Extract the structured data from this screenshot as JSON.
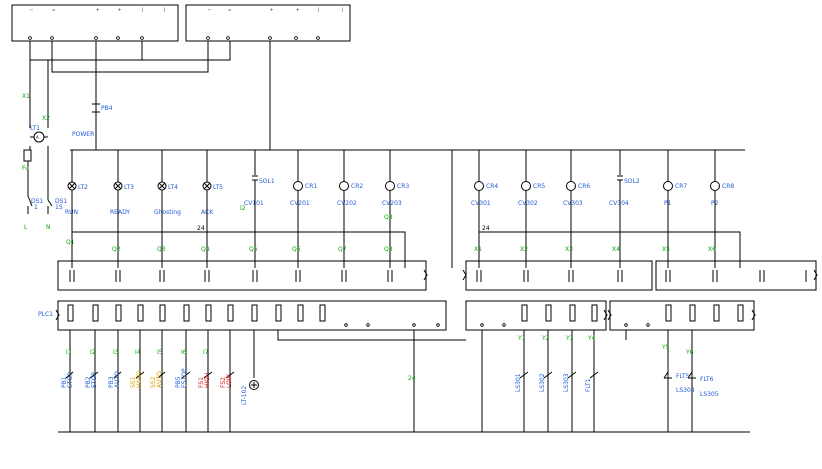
{
  "colors": {
    "wire": "#000000",
    "device_label": "#1f5bd6",
    "wire_number": "#11a011",
    "alarm_label": "#e01010",
    "mode_label": "#d9a400"
  },
  "supply": {
    "left_wire": "X1",
    "right_wire": "X2",
    "line": "L",
    "neutral": "N",
    "fuse": "Fu"
  },
  "power_indicator": {
    "lamp": "LT1",
    "button": "PB4",
    "caption": "POWER"
  },
  "disconnects": [
    {
      "id": "DS1",
      "pole": "1"
    },
    {
      "id": "DS1",
      "pole": "1S"
    }
  ],
  "lamps": [
    {
      "id": "LT2",
      "caption": "RUN"
    },
    {
      "id": "LT3",
      "caption": "READY"
    },
    {
      "id": "LT4",
      "caption": "Ghosting"
    },
    {
      "id": "LT5",
      "caption": "ACK"
    }
  ],
  "solenoids": [
    {
      "id": "SOL1",
      "caption": "CV101"
    },
    {
      "id": "SOL2",
      "caption": "CV304"
    }
  ],
  "relays": [
    {
      "id": "CR1",
      "caption": "CV201"
    },
    {
      "id": "CR2",
      "caption": "CV202"
    },
    {
      "id": "CR3",
      "caption": "CV203"
    },
    {
      "id": "CR4",
      "caption": "CV301"
    },
    {
      "id": "CR5",
      "caption": "CV302"
    },
    {
      "id": "CR6",
      "caption": "CV303"
    },
    {
      "id": "CR7",
      "caption": "P1"
    },
    {
      "id": "CR8",
      "caption": "P2"
    }
  ],
  "bus_labels": [
    "24",
    "24",
    "I2",
    "Q8"
  ],
  "output_wires": [
    "Q1",
    "Q2",
    "Q3",
    "Q4",
    "Q5",
    "Q6",
    "Q7",
    "Q8",
    "X1",
    "X2",
    "X3",
    "X4",
    "X5",
    "X6"
  ],
  "plc_label": "PLC1",
  "input_wires": [
    "I1",
    "I2",
    "I3",
    "I4",
    "I5",
    "I6",
    "I7",
    "Y1",
    "Y2",
    "Y3",
    "Y4",
    "Y5",
    "Y6"
  ],
  "left_inputs": [
    {
      "id": "PB1",
      "caption": "STOP",
      "style": "blue"
    },
    {
      "id": "PB2",
      "caption": "STOP",
      "style": "blue"
    },
    {
      "id": "PB3",
      "caption": "AUTO",
      "style": "blue"
    },
    {
      "id": "SS1",
      "caption": "HAND",
      "style": "yellow"
    },
    {
      "id": "SS2",
      "caption": "AUTO",
      "style": "yellow"
    },
    {
      "id": "PB5",
      "caption": "ESTOP",
      "style": "blue"
    },
    {
      "id": "FS1",
      "caption": "HIGH",
      "style": "red"
    },
    {
      "id": "FS2",
      "caption": "LOW",
      "style": "red"
    },
    {
      "id": "LT-102",
      "caption": "",
      "style": "blue"
    }
  ],
  "right_inputs": [
    {
      "id": "LS301",
      "caption": ""
    },
    {
      "id": "LS302",
      "caption": ""
    },
    {
      "id": "LS303",
      "caption": ""
    },
    {
      "id": "FLT1",
      "caption": ""
    }
  ],
  "flow_switches": [
    {
      "id": "FLT5",
      "caption": "LS304"
    },
    {
      "id": "FLT6",
      "caption": "LS305"
    }
  ],
  "mid_wire_label": "24"
}
